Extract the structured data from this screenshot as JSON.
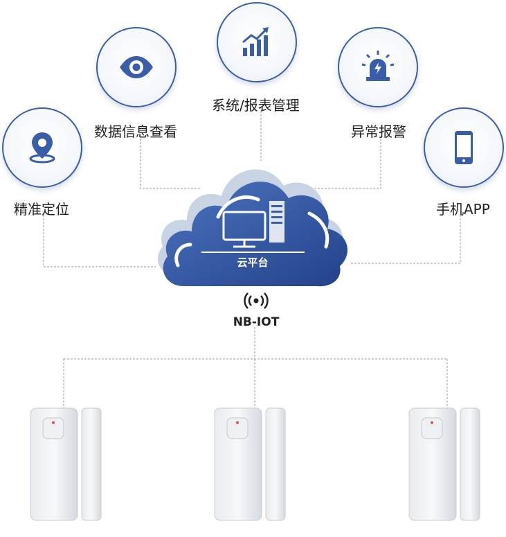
{
  "features": [
    {
      "label": "精准定位",
      "icon": "location-pin-icon"
    },
    {
      "label": "数据信息查看",
      "icon": "eye-icon"
    },
    {
      "label": "系统/报表管理",
      "icon": "bar-chart-trend-icon"
    },
    {
      "label": "异常报警",
      "icon": "alarm-light-icon"
    },
    {
      "label": "手机APP",
      "icon": "smartphone-icon"
    }
  ],
  "cloud": {
    "label": "云平台"
  },
  "network": {
    "label": "NB-IOT",
    "icon": "wireless-signal-icon"
  },
  "devices": [
    {
      "icon": "door-sensor-icon"
    },
    {
      "icon": "door-sensor-icon"
    },
    {
      "icon": "door-sensor-icon"
    }
  ],
  "colors": {
    "primary": "#3a5da8",
    "cloud_dark": "#2d4f98",
    "line": "#9a9a9a"
  }
}
